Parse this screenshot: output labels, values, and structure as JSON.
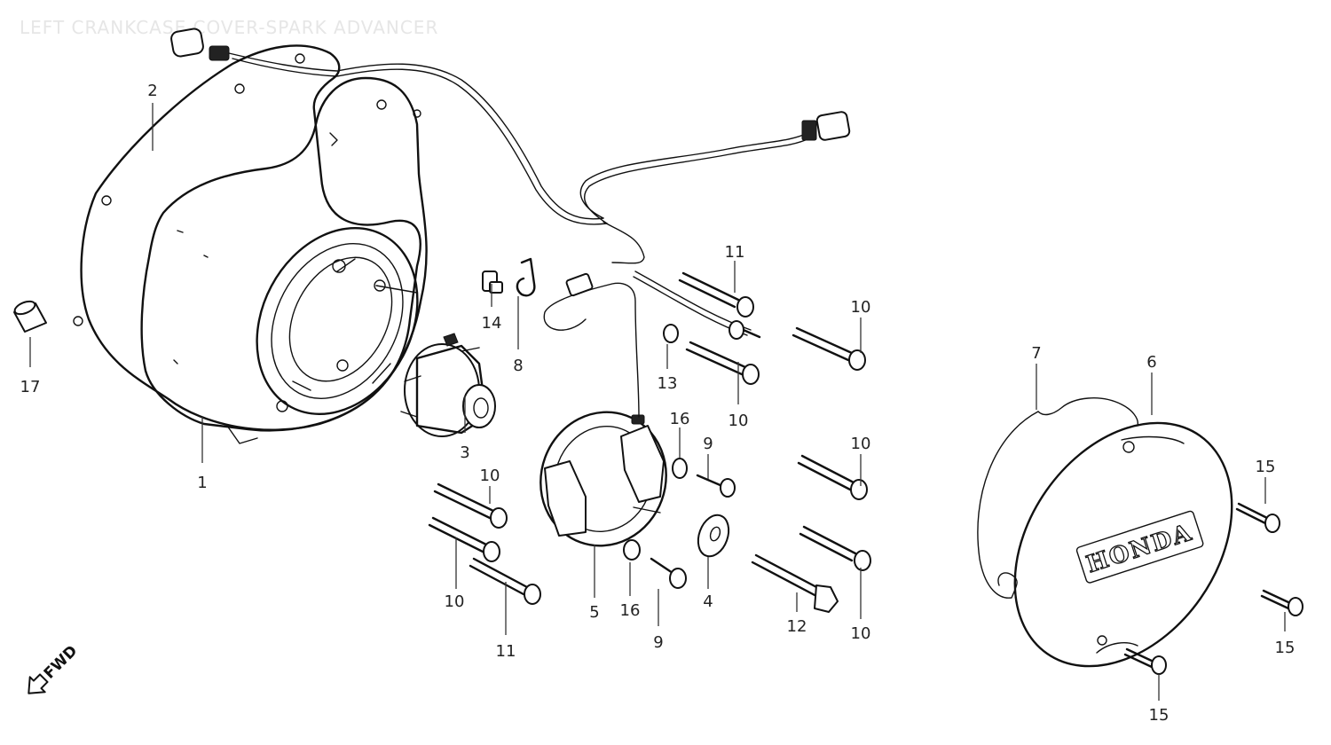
{
  "diagram": {
    "title": "LEFT CRANKCASE COVER-SPARK ADVANCER",
    "fwd_label": "FWD",
    "brand_mark": "HONDA",
    "callouts": {
      "c1": "1",
      "c2": "2",
      "c3": "3",
      "c4": "4",
      "c5": "5",
      "c6": "6",
      "c7": "7",
      "c8": "8",
      "c9a": "9",
      "c9b": "9",
      "c10a": "10",
      "c10b": "10",
      "c10c": "10",
      "c10d": "10",
      "c10e": "10",
      "c10f": "10",
      "c11a": "11",
      "c11b": "11",
      "c12": "12",
      "c13": "13",
      "c14": "14",
      "c15a": "15",
      "c15b": "15",
      "c15c": "15",
      "c16a": "16",
      "c16b": "16",
      "c17": "17"
    }
  }
}
